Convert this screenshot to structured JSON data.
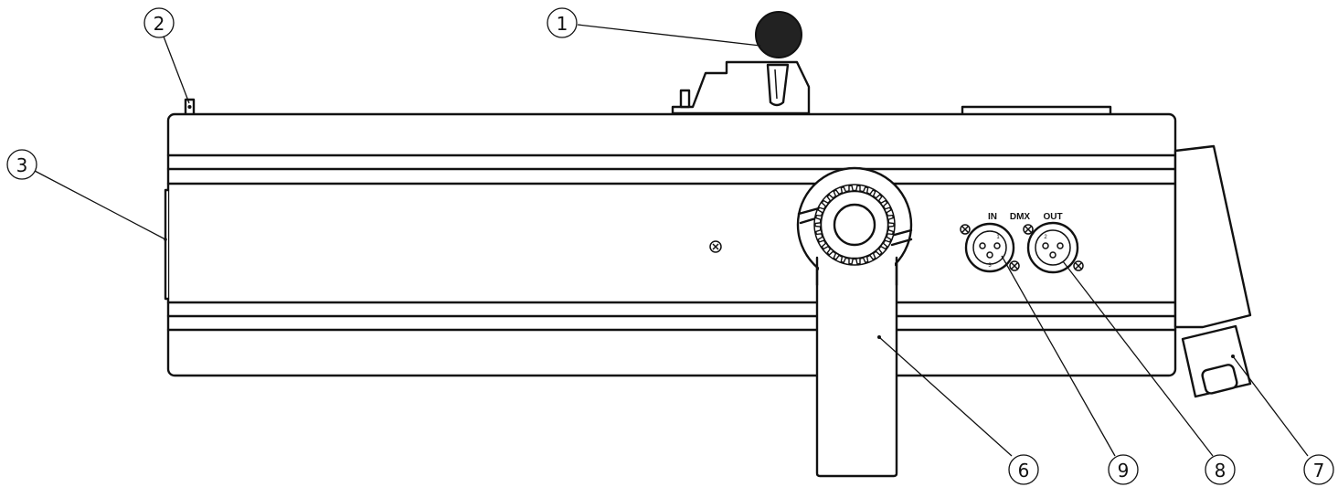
{
  "callouts": [
    {
      "id": "1",
      "label": "1"
    },
    {
      "id": "2",
      "label": "2"
    },
    {
      "id": "3",
      "label": "3"
    },
    {
      "id": "6",
      "label": "6"
    },
    {
      "id": "7",
      "label": "7"
    },
    {
      "id": "8",
      "label": "8"
    },
    {
      "id": "9",
      "label": "9"
    }
  ],
  "panel_labels": {
    "in": "IN",
    "dmx": "DMX",
    "out": "OUT"
  },
  "pin_labels": {
    "pin1": "1",
    "pin2": "2",
    "pin3": "3"
  },
  "colors": {
    "outline": "#111111",
    "knob": "#222222",
    "background": "#ffffff"
  }
}
